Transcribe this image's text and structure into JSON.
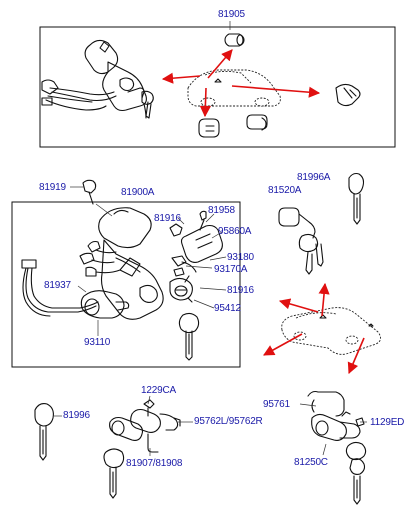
{
  "labels": {
    "l81905": "81905",
    "l81919": "81919",
    "l81900a": "81900A",
    "l81916a": "81916",
    "l81958": "81958",
    "l95860a": "95860A",
    "l93180": "93180",
    "l93170a": "93170A",
    "l81916b": "81916",
    "l81937": "81937",
    "l95412": "95412",
    "l93110": "93110",
    "l81996a": "81996A",
    "l81520a": "81520A",
    "l1229ca": "1229CA",
    "l81996": "81996",
    "l95762": "95762L/95762R",
    "l81907": "81907/81908",
    "l95761": "95761",
    "l1129ed": "1129ED",
    "l81250c": "81250C"
  },
  "colors": {
    "label": "#1a1aa8",
    "arrow": "#e01010",
    "line": "#111111"
  }
}
